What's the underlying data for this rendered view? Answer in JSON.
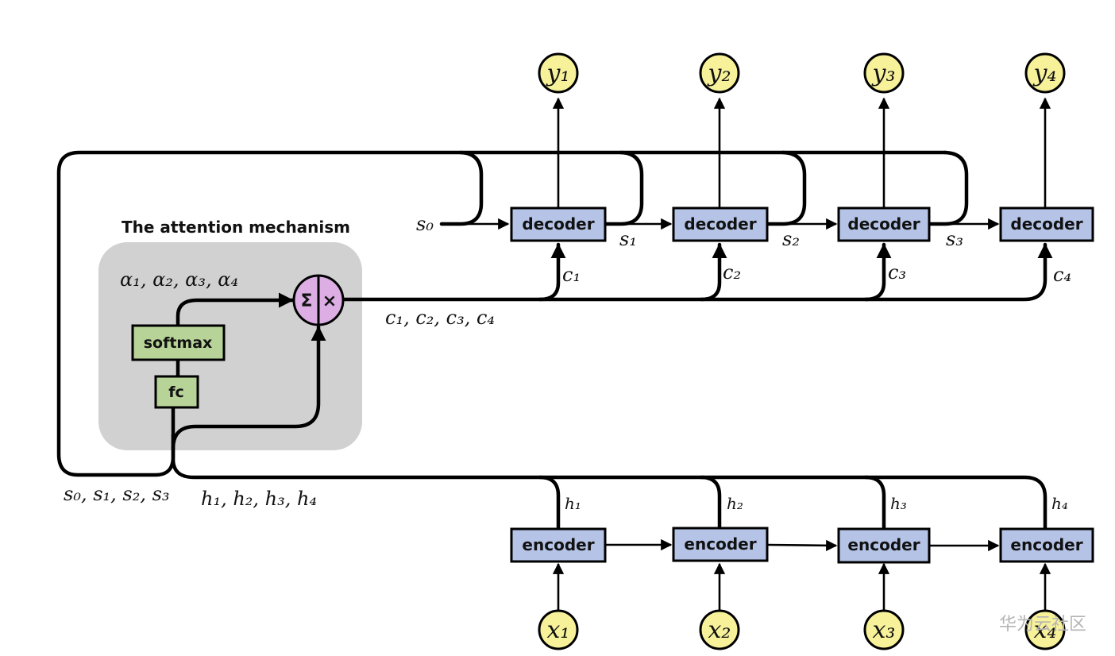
{
  "attention": {
    "title": "The attention mechanism",
    "softmax_label": "softmax",
    "fc_label": "fc",
    "sum_symbol": "Σ",
    "times_symbol": "×",
    "weights_label": "α₁, α₂, α₃, α₄",
    "context_label": "c₁, c₂, c₃, c₄",
    "states_label": "s₀, s₁, s₂, s₃",
    "hidden_label": "h₁, h₂, h₃, h₄"
  },
  "decoders": [
    {
      "label": "decoder",
      "context": "c₁",
      "output": "y₁",
      "state_out": "s₁"
    },
    {
      "label": "decoder",
      "context": "c₂",
      "output": "y₂",
      "state_out": "s₂"
    },
    {
      "label": "decoder",
      "context": "c₃",
      "output": "y₃",
      "state_out": "s₃"
    },
    {
      "label": "decoder",
      "context": "c₄",
      "output": "y₄"
    }
  ],
  "initial_state": "s₀",
  "encoders": [
    {
      "label": "encoder",
      "input": "x₁",
      "hidden": "h₁"
    },
    {
      "label": "encoder",
      "input": "x₂",
      "hidden": "h₂"
    },
    {
      "label": "encoder",
      "input": "x₃",
      "hidden": "h₃"
    },
    {
      "label": "encoder",
      "input": "x₄",
      "hidden": "h₄"
    }
  ],
  "watermark": "华为云社区",
  "colors": {
    "block": "#b4c3e6",
    "layer": "#b8d398",
    "node": "#f7f29a",
    "operator": "#dcaee4",
    "panel": "#d1d1d1"
  }
}
